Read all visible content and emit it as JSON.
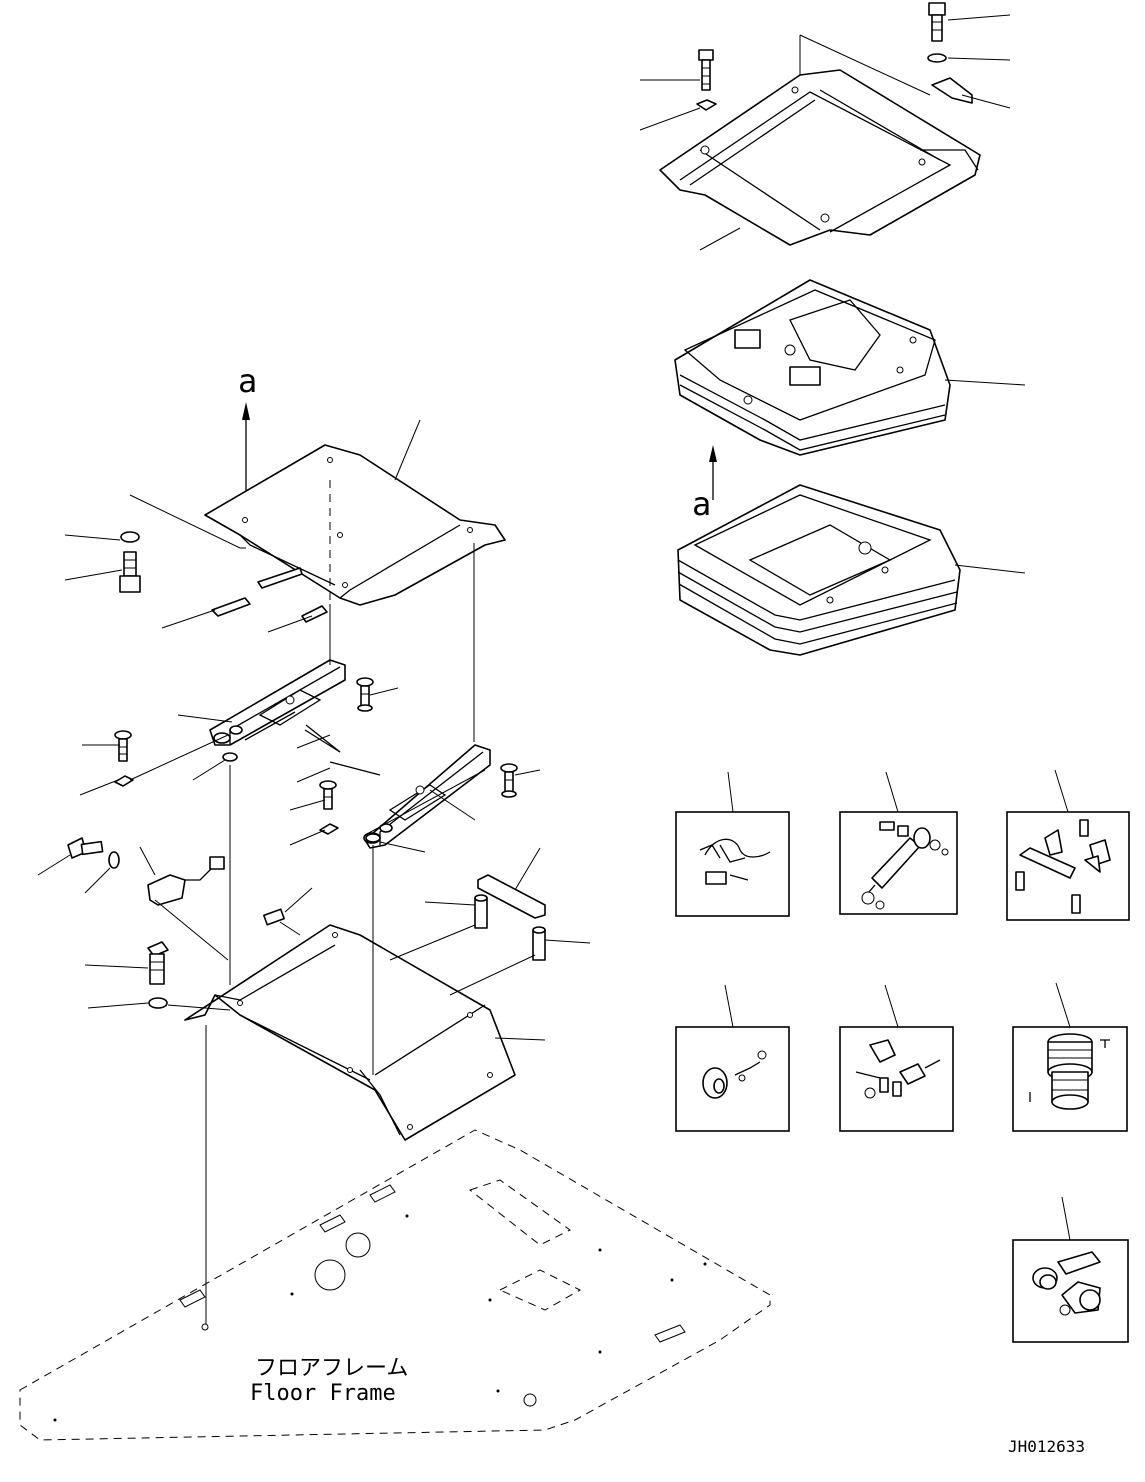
{
  "view_labels": {
    "upper": "a",
    "lower": "a"
  },
  "floor_frame": {
    "label_jp": "フロアフレーム",
    "label_en": "Floor Frame"
  },
  "drawing_number": "JH012633"
}
